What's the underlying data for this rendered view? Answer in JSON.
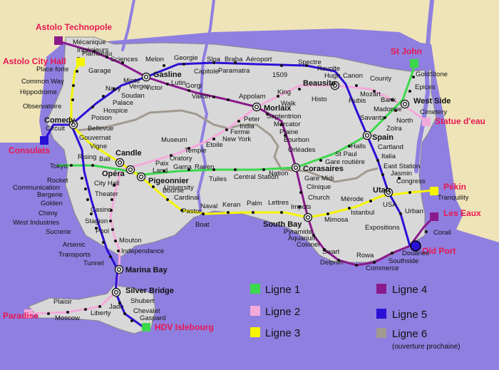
{
  "colors": {
    "sea": "#8F7FE0",
    "land_beige": "#EFE4B8",
    "land_grey": "#D8D8D8",
    "river": "#8F7FE0",
    "terminus_label": "#E8174F",
    "line1": "#3CD84C",
    "line2": "#F4A9DB",
    "line3": "#F5F500",
    "line4": "#8A1A8C",
    "line5": "#2A10D6",
    "line6": "#A19A90"
  },
  "legend": [
    {
      "label": "Ligne 1",
      "color": "#3CD84C"
    },
    {
      "label": "Ligne 2",
      "color": "#F4A9DB"
    },
    {
      "label": "Ligne 3",
      "color": "#F5F500"
    },
    {
      "label": "Ligne 4",
      "color": "#8A1A8C"
    },
    {
      "label": "Ligne 5",
      "color": "#2A10D6"
    },
    {
      "label": "Ligne 6",
      "color": "#A19A90",
      "note": "(ouverture prochaine)"
    }
  ],
  "terminus": {
    "astolo_technopole": "Astolo Technopole",
    "astolo_city_hall": "Astolo City Hall",
    "consulats": "Consulats",
    "st_john": "St John",
    "statue_deau": "Statue d'eau",
    "pekin": "Pékin",
    "les_eaux": "Les Eaux",
    "old_port": "Old Port",
    "paradise": "Paradise",
    "hdv_islebourg": "HDV Islebourg"
  },
  "interchanges": {
    "gasline": "Gasline",
    "morlaix": "Morlaix",
    "beausite": "Beausite",
    "west_side": "West Side",
    "comedy": "Comedy",
    "candle": "Candle",
    "opera": "Opéra",
    "pigeonnier": "Pigeonnier",
    "corasaires": "Corasaires",
    "spain": "Spain",
    "utah": "Utah",
    "south_bay": "South Bay",
    "marina_bay": "Marina Bay",
    "silver_bridge": "Silver Bridge"
  },
  "stations": {
    "mecanique": "Mécanique",
    "ingenieurs": "Ingénieurs",
    "flambeau": "Flambeau",
    "sciences": "Sciences",
    "melon": "Melon",
    "georgie": "Georgie",
    "sloa": "Sloa",
    "braba": "Braba",
    "aeroport": "Aéroport",
    "spectre": "Spectre",
    "revolte": "Revolte",
    "hugh": "Hugh",
    "canon": "Canon",
    "goldstone": "GoldStone",
    "epices": "Epices",
    "place_forte": "Place forte",
    "garage": "Garage",
    "miote": "Miote",
    "verger": "Verger",
    "capitole": "Capitole",
    "paramatra": "Paramatra",
    "n1509": "1509",
    "county": "County",
    "common_way": "Common Way",
    "navy": "Navy",
    "lutin": "Lutin",
    "gorgi": "Gorgi",
    "victor": "Victor",
    "hippodrome": "Hippodrome",
    "soudan": "Soudan",
    "palace": "Palace",
    "vallon": "Vallon",
    "appolam": "Appolam",
    "king": "King",
    "histo": "Histo",
    "walk": "Walk",
    "mozart": "Mozart",
    "rubis": "Rubis",
    "bank": "Bank",
    "cimetery": "Cimetery",
    "observatoire": "Observatoire",
    "hospice": "Hospice",
    "poison": "Poison",
    "peter": "Peter",
    "septentrion": "Septentrion",
    "madonne": "Madonne",
    "savants": "Savants",
    "north": "North",
    "zolra": "Zolra",
    "circuit": "Circuit",
    "bellevue": "Bellevue",
    "india": "India",
    "mercator": "Mercator",
    "ferme": "Ferme",
    "plaine": "Plaine",
    "gouvernat": "Gouvernat",
    "new_york": "New York",
    "bourbon": "Bourbon",
    "vigne": "Vigne",
    "museum": "Museum",
    "etoile": "Etoile",
    "halls": "Halls",
    "cartland": "Cartland",
    "temple": "Temple",
    "orleades": "Orléades",
    "st_paul": "St Paul",
    "italia": "Italia",
    "rising": "Rising",
    "bali": "Bali",
    "oratory": "Oratory",
    "gare_routiere": "Gare routière",
    "tokyo": "Tokyo",
    "paix": "Paix",
    "land": "Land",
    "gama": "Gama",
    "raven": "Raven",
    "east_station": "East Station",
    "jasmin": "Jasmin",
    "nation": "Nation",
    "gare_midi": "Gare Midi",
    "rocket": "Rocket",
    "city_hall": "City Hall",
    "tuiles": "Tuiles",
    "central_station": "Central Station",
    "communication": "Communication",
    "university": "University",
    "bourse": "Bourse",
    "clinique": "Clinique",
    "congress": "Congress",
    "bergerie": "Bergerie",
    "theater": "Theater",
    "cardinal": "Cardinal",
    "golden": "Golden",
    "casino": "Casino",
    "pastor": "Pastor",
    "naval": "Naval",
    "keran": "Keran",
    "palm": "Palm",
    "lettres": "Lettres",
    "church": "Church",
    "merode": "Mérode",
    "tranquility": "Tranquility",
    "chimy": "Chimy",
    "istanbul": "Istanbul",
    "usa": "USA",
    "west_industries": "West Industries",
    "stagion": "Stagion",
    "boat": "Boat",
    "impots": "Impots",
    "mimosa": "Mimosa",
    "urban": "Urban",
    "sucrerie": "Sucrerie",
    "pool": "Pool",
    "pyramide": "Pyramide",
    "expositions": "Expositions",
    "aquarium": "Aquarium",
    "corail": "Corail",
    "mouton": "Mouton",
    "colonel": "Colonel",
    "arsenic": "Arsenic",
    "independance": "Independance",
    "swart": "Swart",
    "rowa": "Rowa",
    "douanes": "Douanes",
    "transports": "Transports",
    "delpnin": "Delpnin",
    "southside": "Southside",
    "tunnel": "Tunnel",
    "commerce": "Commerce",
    "plaisir": "Plaisir",
    "shubert": "Shubert",
    "jade": "Jade",
    "moscow": "Moscow",
    "chevalet": "Chevalet",
    "liberty": "Liberty",
    "gaspard": "Gaspard"
  }
}
